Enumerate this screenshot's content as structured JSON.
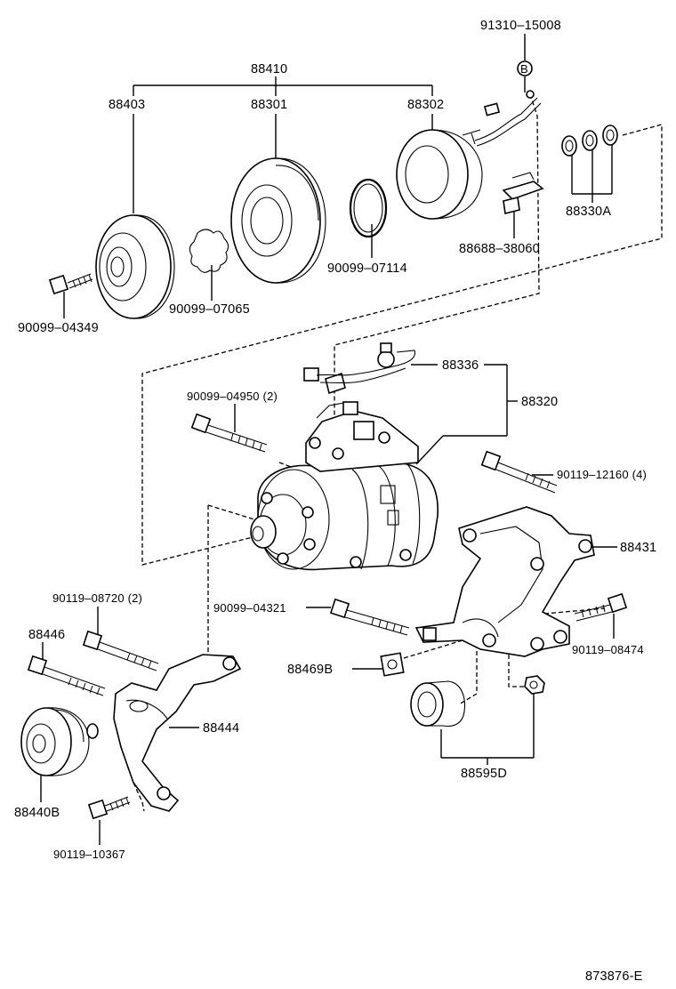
{
  "diagram_id": "873876-E",
  "marker": "B",
  "callouts": {
    "p88410": "88410",
    "p88403": "88403",
    "p88301": "88301",
    "p88302": "88302",
    "p91310_15008": "91310–15008",
    "p88330A": "88330A",
    "p88688_38060": "88688–38060",
    "p90099_07114": "90099–07114",
    "p90099_07065": "90099–07065",
    "p90099_04349": "90099–04349",
    "p88336": "88336",
    "p88320": "88320",
    "p90099_04950": "90099–04950 (2)",
    "p90119_12160": "90119–12160 (4)",
    "p88431": "88431",
    "p90119_08720": "90119–08720 (2)",
    "p90099_04321": "90099–04321",
    "p88446": "88446",
    "p90119_08474": "90119–08474",
    "p88469B": "88469B",
    "p88444": "88444",
    "p88595D": "88595D",
    "p88440B": "88440B",
    "p90119_10367": "90119–10367"
  }
}
